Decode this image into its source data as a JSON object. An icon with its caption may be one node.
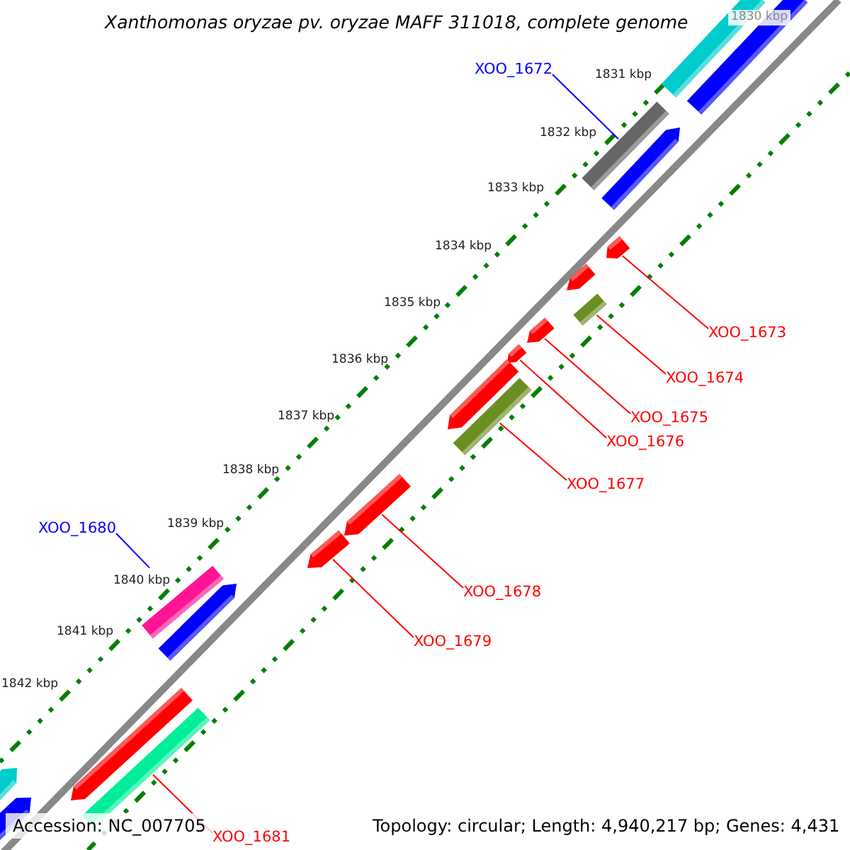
{
  "diagram": {
    "title": "Xanthomonas oryzae pv. oryzae MAFF 311018, complete genome",
    "nodes": [
      {
        "text": [
          "XOO_1672"
        ]
      },
      {
        "text": [],
        "shape": "bar"
      },
      {
        "text": [
          "XOO_1673"
        ]
      },
      {
        "text": [],
        "shape": "bar"
      },
      {
        "text": [
          "XOO_1674"
        ]
      },
      {
        "text": [],
        "shape": "bar"
      },
      {
        "text": [
          "XOO_1675"
        ]
      },
      {
        "text": [],
        "shape": "bar"
      },
      {
        "text": [
          "XOO_1676"
        ]
      },
      {
        "text": [],
        "shape": "bar"
      },
      {
        "text": [
          "XOO_1677"
        ]
      },
      {
        "text": [],
        "shape": "bar"
      },
      {
        "text": [
          "XOO_1678"
        ]
      },
      {
        "text": [],
        "shape": "bar"
      },
      {
        "text": [
          "XOO_1679"
        ]
      },
      {
        "text": [],
        "shape": "bar"
      },
      {
        "text": [
          "XOO_1680"
        ]
      },
      {
        "text": [],
        "shape": "bar"
      },
      {
        "text": [
          "XOO_1681"
        ]
      },
      {
        "text": [],
        "shape": "bar"
      },
      {
        "text": [],
        "shape": "bar"
      },
      {
        "text": [],
        "shape": "bar"
      },
      {
        "text": [],
        "shape": "bar"
      },
      {
        "text": [],
        "shape": "bar"
      },
      {
        "text": [],
        "shape": "bar"
      },
      {
        "text": [],
        "shape": "bar"
      },
      {
        "text": [],
        "shape": "bar"
      },
      {
        "text": [],
        "shape": "bar"
      },
      {
        "text": [],
        "shape": "bar"
      }
    ],
    "edges": [
      {
        "from": 0,
        "to": 1,
        "arrow": "none",
        "color": "#0000ff"
      },
      {
        "from": 2,
        "to": 3,
        "arrow": "none"
      },
      {
        "from": 4,
        "to": 5,
        "arrow": "none"
      },
      {
        "from": 6,
        "to": 7,
        "arrow": "none"
      },
      {
        "from": 8,
        "to": 9,
        "arrow": "none"
      },
      {
        "from": 10,
        "to": 11,
        "arrow": "none"
      },
      {
        "from": 12,
        "to": 13,
        "arrow": "none"
      },
      {
        "from": 14,
        "to": 15,
        "arrow": "none"
      },
      {
        "from": 16,
        "to": 17,
        "arrow": "none",
        "color": "#0000ff"
      },
      {
        "from": 18,
        "to": 19,
        "arrow": "none"
      }
    ],
    "labels": [
      "1830 kbp",
      "1831 kbp",
      "1832 kbp",
      "1833 kbp",
      "1834 kbp",
      "1835 kbp",
      "1836 kbp",
      "1837 kbp",
      "1838 kbp",
      "1839 kbp",
      "1840 kbp",
      "1841 kbp",
      "1842 kbp",
      "Accession: NC_007705",
      "Topology: circular; Length: 4,940,217 bp; Genes: 4,431"
    ]
  }
}
